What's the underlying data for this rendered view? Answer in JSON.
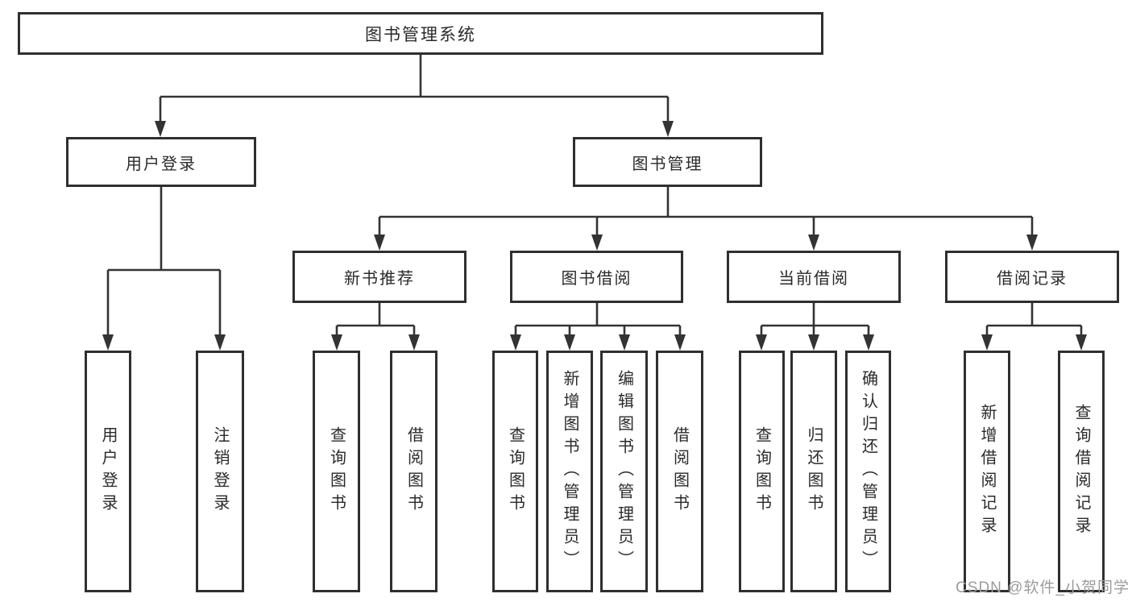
{
  "tree": {
    "root": {
      "label": "图书管理系统"
    },
    "branches": [
      {
        "label": "用户登录",
        "children": [
          "用户登录",
          "注销登录"
        ]
      },
      {
        "label": "图书管理",
        "children": [
          {
            "label": "新书推荐",
            "children": [
              "查询图书",
              "借阅图书"
            ]
          },
          {
            "label": "图书借阅",
            "children": [
              "查询图书",
              "新增图书（管理员）",
              "编辑图书（管理员）",
              "借阅图书"
            ]
          },
          {
            "label": "当前借阅",
            "children": [
              "查询图书",
              "归还图书",
              "确认归还（管理员）"
            ]
          },
          {
            "label": "借阅记录",
            "children": [
              "新增借阅记录",
              "查询借阅记录"
            ]
          }
        ]
      }
    ]
  },
  "watermark": {
    "text": "CSDN @软件_小贺同学"
  },
  "colors": {
    "line": "#333333",
    "box_border": "#2f2f2f",
    "text": "#2a2a2a",
    "watermark": "#9c9c9c",
    "background": "#ffffff"
  }
}
